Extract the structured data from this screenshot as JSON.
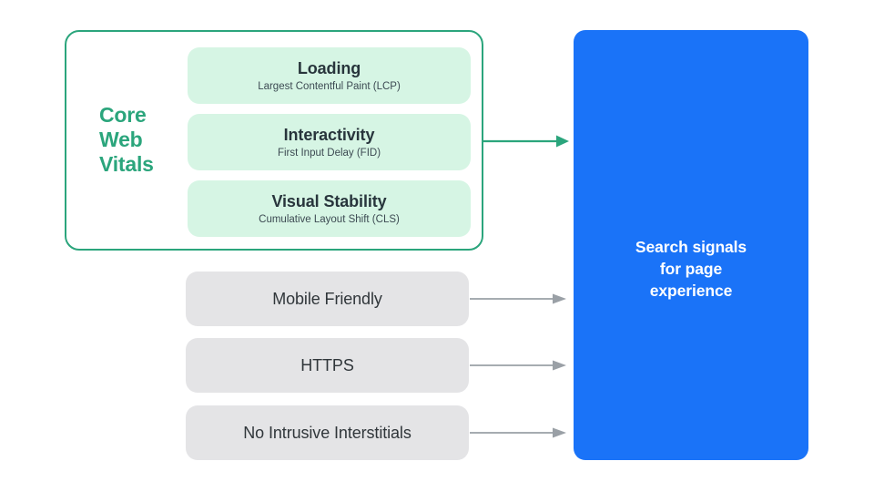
{
  "diagram": {
    "title_hidden": "",
    "colors": {
      "green_accent": "#2ba57c",
      "green_pill_fill": "#d6f5e4",
      "gray_box_fill": "#e4e4e6",
      "blue_fill": "#1a73f8",
      "arrow_gray": "#9aa0a6",
      "text_dark": "#30363a",
      "white": "#ffffff"
    },
    "core_web_vitals": {
      "group_label": "Core Web Vitals",
      "group_label_lines": [
        "Core",
        "Web",
        "Vitals"
      ],
      "metrics": [
        {
          "title": "Loading",
          "subtitle": "Largest Contentful Paint (LCP)"
        },
        {
          "title": "Interactivity",
          "subtitle": "First Input Delay (FID)"
        },
        {
          "title": "Visual Stability",
          "subtitle": "Cumulative Layout Shift (CLS)"
        }
      ]
    },
    "other_signals": [
      {
        "label": "Mobile Friendly"
      },
      {
        "label": "HTTPS"
      },
      {
        "label": "No Intrusive Interstitials"
      }
    ],
    "destination": {
      "label": "Search signals for page experience",
      "label_lines": [
        "Search signals",
        "for page",
        "experience"
      ]
    },
    "arrows": [
      {
        "name": "core-web-vitals-to-destination",
        "color": "#2ba57c"
      },
      {
        "name": "mobile-friendly-to-destination",
        "color": "#9aa0a6"
      },
      {
        "name": "https-to-destination",
        "color": "#9aa0a6"
      },
      {
        "name": "no-intrusive-interstitials-to-destination",
        "color": "#9aa0a6"
      }
    ]
  }
}
